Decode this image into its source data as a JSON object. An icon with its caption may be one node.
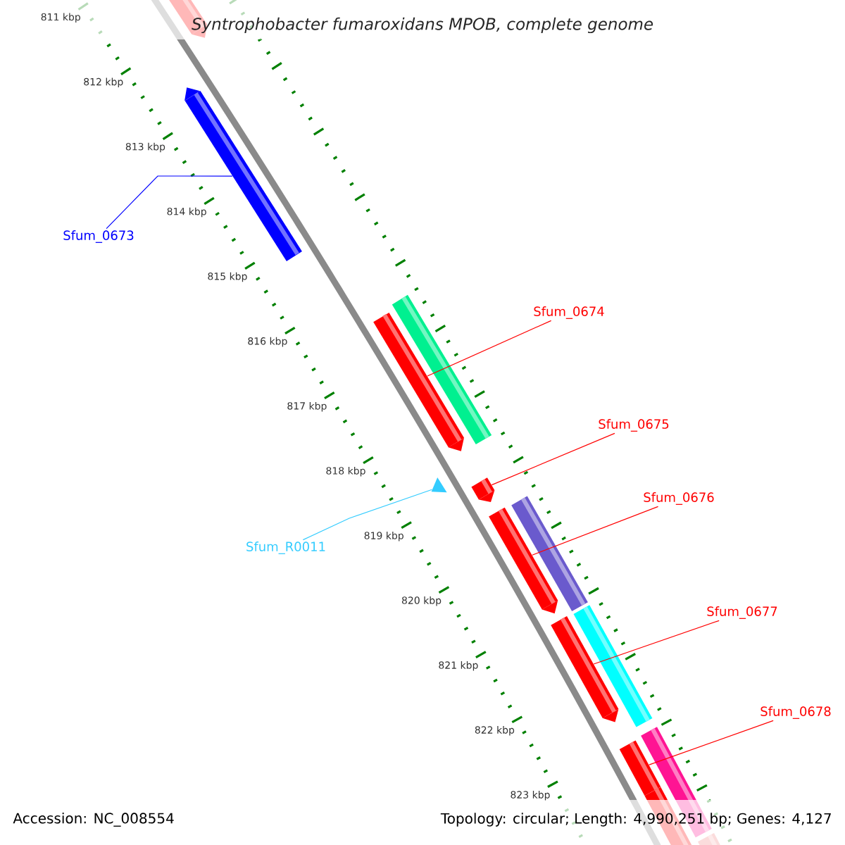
{
  "diagram": {
    "title": "Syntrophobacter fumaroxidans MPOB, complete genome",
    "nodes": [
      {
        "text": [
          "Sfum_0673"
        ]
      },
      {
        "text": [
          "Sfum_0674"
        ]
      },
      {
        "text": [
          "Sfum_0675"
        ]
      },
      {
        "text": [
          "Sfum_0676"
        ]
      },
      {
        "text": [
          "Sfum_R0011"
        ]
      },
      {
        "text": [
          "Sfum_0677"
        ]
      },
      {
        "text": [
          "Sfum_0678"
        ]
      },
      {
        "text": [],
        "shape": "bar"
      },
      {
        "text": [],
        "shape": "bar"
      },
      {
        "text": [],
        "shape": "bar"
      },
      {
        "text": [],
        "shape": "bar"
      },
      {
        "text": [],
        "shape": "triangle"
      },
      {
        "text": [],
        "shape": "bar"
      },
      {
        "text": [],
        "shape": "bar"
      }
    ],
    "edges": [
      {
        "from": 0,
        "to": 7,
        "arrow": "none",
        "color": "#0000ff"
      },
      {
        "from": 1,
        "to": 8,
        "arrow": "none"
      },
      {
        "from": 2,
        "to": 9,
        "arrow": "none"
      },
      {
        "from": 3,
        "to": 10,
        "arrow": "none"
      },
      {
        "from": 4,
        "to": 11,
        "arrow": "none",
        "color": "#33ccff"
      },
      {
        "from": 5,
        "to": 12,
        "arrow": "none"
      },
      {
        "from": 6,
        "to": 13,
        "arrow": "none"
      }
    ],
    "labels": [
      "811 kbp",
      "812 kbp",
      "813 kbp",
      "814 kbp",
      "815 kbp",
      "816 kbp",
      "817 kbp",
      "818 kbp",
      "819 kbp",
      "820 kbp",
      "821 kbp",
      "822 kbp",
      "823 kbp",
      "Accession: NC_008554",
      "Topology: circular; Length: 4,990,251 bp; Genes: 4,127"
    ]
  }
}
